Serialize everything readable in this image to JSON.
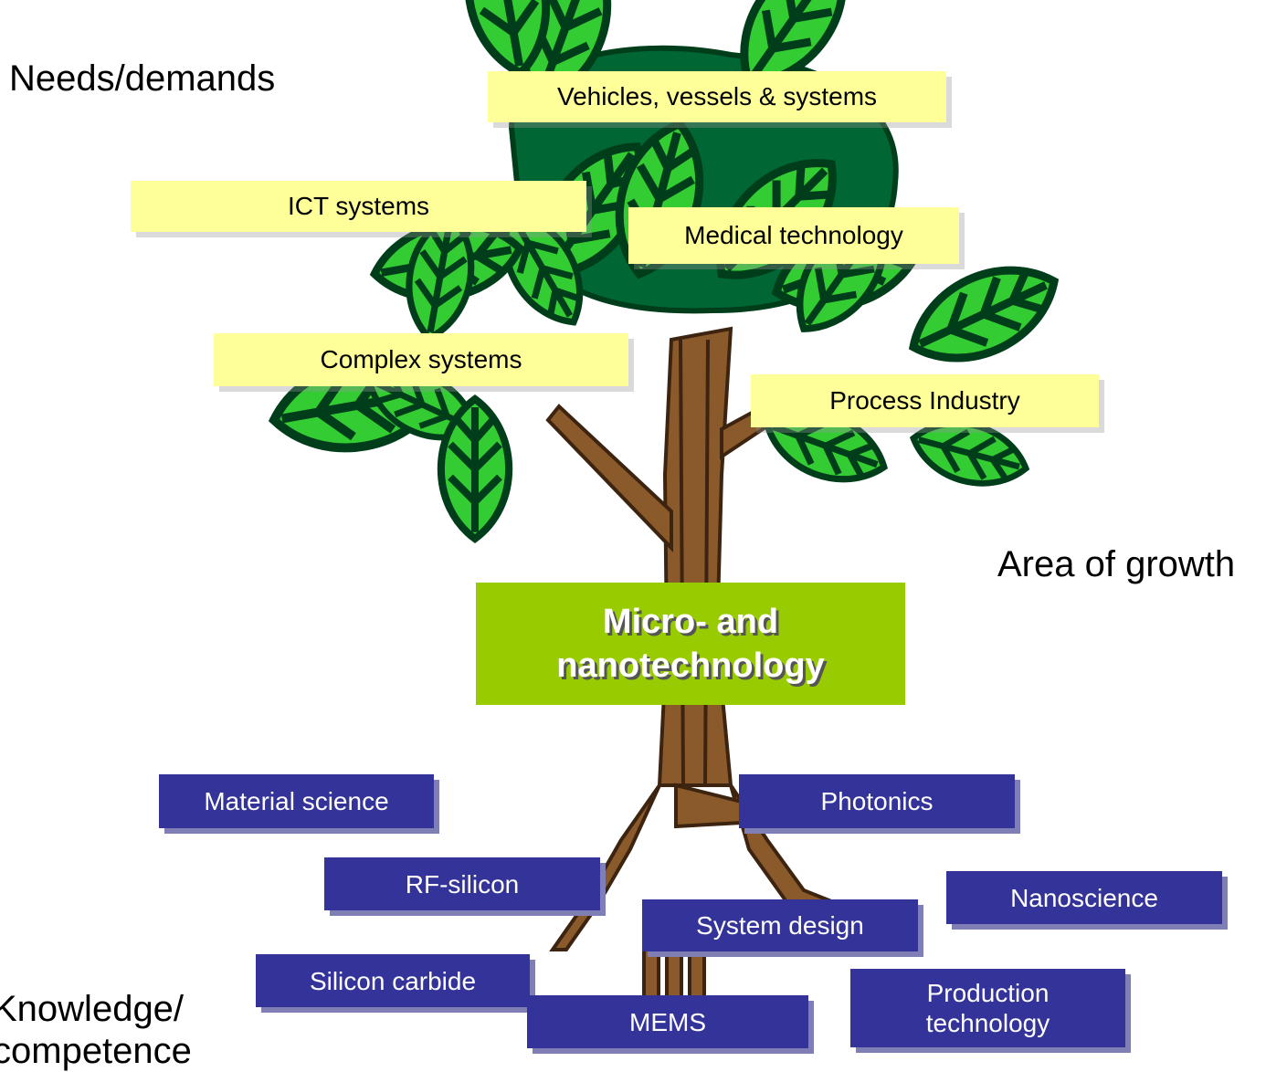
{
  "labels": {
    "needs": "Needs/demands",
    "growth": "Area of growth",
    "knowledge_line1": "Knowledge/",
    "knowledge_line2": "competence"
  },
  "center": {
    "line1": "Micro- and",
    "line2": "nanotechnology"
  },
  "application_areas": [
    "Vehicles, vessels & systems",
    "ICT systems",
    "Medical technology",
    "Complex systems",
    "Process Industry"
  ],
  "competences": [
    "Material science",
    "Photonics",
    "RF-silicon",
    "Nanoscience",
    "System design",
    "Silicon carbide",
    "MEMS",
    "Production technology"
  ],
  "colors": {
    "leaf_dark": "#006633",
    "leaf_light": "#33cc33",
    "trunk": "#8b5a2b",
    "application_box": "#ffff99",
    "competence_box": "#333399",
    "center_box": "#99cc00"
  }
}
